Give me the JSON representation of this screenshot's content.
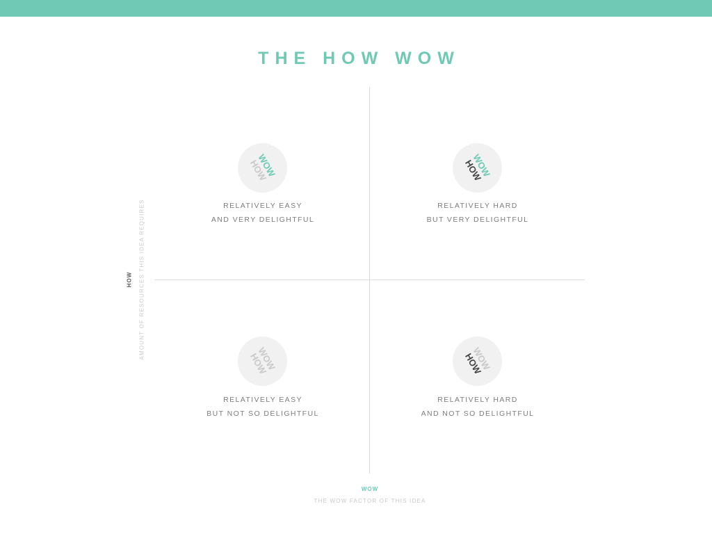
{
  "title": "THE HOW WOW",
  "colors": {
    "accent": "#6fc9b4",
    "dark": "#444444",
    "faint": "#c9c9c9",
    "badge_bg": "#f1f1f1"
  },
  "quadrants": {
    "top_left": {
      "line1": "RELATIVELY EASY",
      "line2": "AND VERY DELIGHTFUL",
      "how_color": "faint",
      "wow_color": "accent"
    },
    "top_right": {
      "line1": "RELATIVELY HARD",
      "line2": "BUT VERY DELIGHTFUL",
      "how_color": "dark",
      "wow_color": "accent"
    },
    "bottom_left": {
      "line1": "RELATIVELY EASY",
      "line2": "BUT NOT SO DELIGHTFUL",
      "how_color": "faint",
      "wow_color": "faint"
    },
    "bottom_right": {
      "line1": "RELATIVELY HARD",
      "line2": "AND NOT SO DELIGHTFUL",
      "how_color": "dark",
      "wow_color": "faint"
    }
  },
  "badge_text": {
    "how": "HOW",
    "wow": "WOW"
  },
  "axes": {
    "y_label": "HOW",
    "y_sublabel": "AMOUNT OF RESOURCES THIS IDEA REQUIRES",
    "x_label": "WOW",
    "x_sublabel": "THE WOW FACTOR OF THIS IDEA"
  }
}
